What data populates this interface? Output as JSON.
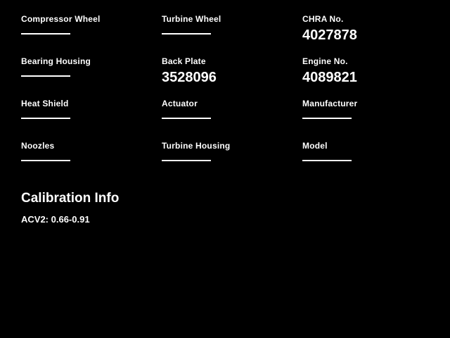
{
  "colors": {
    "background": "#000000",
    "text": "#ffffff"
  },
  "fields": [
    {
      "label": "Compressor Wheel",
      "value": ""
    },
    {
      "label": "Turbine Wheel",
      "value": ""
    },
    {
      "label": "CHRA No.",
      "value": "4027878"
    },
    {
      "label": "Bearing Housing",
      "value": ""
    },
    {
      "label": "Back Plate",
      "value": "3528096"
    },
    {
      "label": "Engine No.",
      "value": "4089821"
    },
    {
      "label": "Heat Shield",
      "value": ""
    },
    {
      "label": "Actuator",
      "value": ""
    },
    {
      "label": "Manufacturer",
      "value": ""
    },
    {
      "label": "Noozles",
      "value": ""
    },
    {
      "label": "Turbine Housing",
      "value": ""
    },
    {
      "label": "Model",
      "value": ""
    }
  ],
  "calibration": {
    "heading": "Calibration Info",
    "acv2_label": "ACV2: 0.66-0.91"
  }
}
